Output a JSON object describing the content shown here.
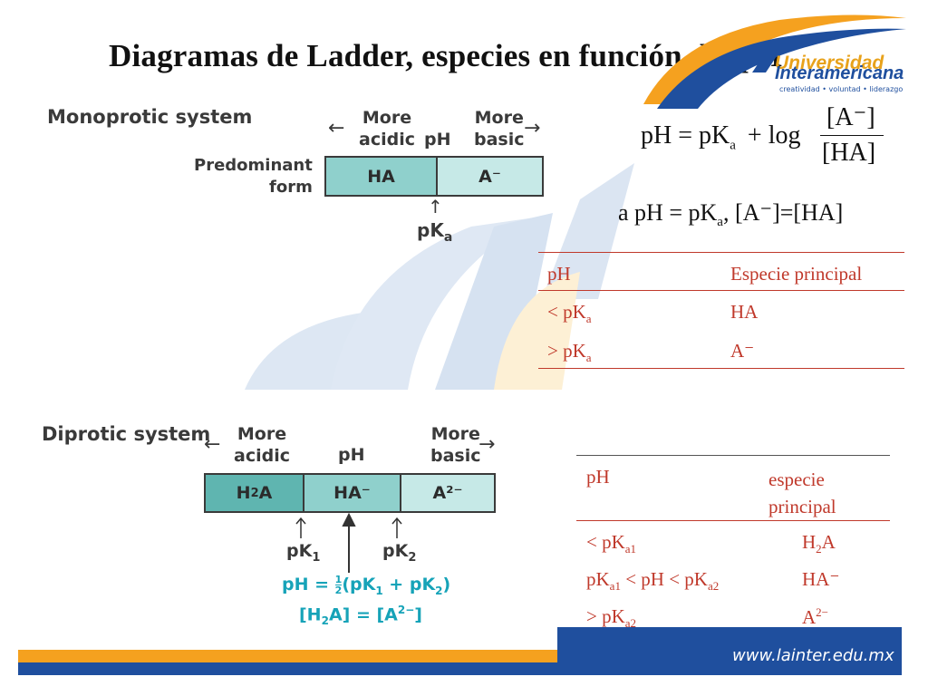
{
  "title": "Diagramas de Ladder, especies en función del pH",
  "logo": {
    "name_line1": "Universidad",
    "name_line2": "Interamericana",
    "slogan": "creatividad • voluntad • liderazgo"
  },
  "monoprotic": {
    "heading": "Monoprotic system",
    "more_acidic": [
      "More",
      "acidic"
    ],
    "more_basic": [
      "More",
      "basic"
    ],
    "ph_label": "pH",
    "predominant": [
      "Predominant",
      "form"
    ],
    "cells": [
      "HA",
      "A⁻"
    ],
    "pka_label": "pK",
    "pka_sub": "a",
    "arrow_left": "←",
    "arrow_right": "→",
    "arrow_up": "↑"
  },
  "equation1": {
    "lhs": "pH = pK",
    "sub": "a",
    "plus_log": "+ log",
    "numerator": "[A⁻]",
    "denominator": "[HA]"
  },
  "equation2": {
    "text_a": "a pH = pK",
    "sub": "a",
    "text_b": ", [A⁻]=[HA]"
  },
  "table1": {
    "headers": [
      "pH",
      "Especie principal"
    ],
    "rows": [
      {
        "ph_main": "< pK",
        "ph_sub": "a",
        "species": "HA"
      },
      {
        "ph_main": "> pK",
        "ph_sub": "a",
        "species": "A⁻"
      }
    ]
  },
  "diprotic": {
    "heading": "Diprotic system",
    "more_acidic": [
      "More",
      "acidic"
    ],
    "more_basic": [
      "More",
      "basic"
    ],
    "ph_label": "pH",
    "cells": [
      {
        "main": "H",
        "sub": "2",
        "rest": "A"
      },
      {
        "main": "HA⁻",
        "sub": "",
        "rest": ""
      },
      {
        "main": "A²⁻",
        "sub": "",
        "rest": ""
      }
    ],
    "pk1": {
      "main": "pK",
      "sub": "1"
    },
    "pk2": {
      "main": "pK",
      "sub": "2"
    },
    "formula1": {
      "lhs": "pH = ",
      "frac_num": "1",
      "frac_den": "2",
      "rhs_a": "(pK",
      "sub1": "1",
      "rhs_b": " + pK",
      "sub2": "2",
      "rhs_c": ")"
    },
    "formula2": {
      "a": "[H",
      "sub": "2",
      "b": "A] = [A",
      "sup": "2−",
      "c": "]"
    },
    "arrow_left": "←",
    "arrow_right": "→"
  },
  "table2": {
    "headers": [
      "pH",
      "especie",
      "principal"
    ],
    "rows": [
      {
        "ph_a": "< pK",
        "ph_sub1": "a1",
        "ph_b": "",
        "ph_sub2": "",
        "species_main": "H",
        "species_sub": "2",
        "species_rest": "A"
      },
      {
        "ph_a": "pK",
        "ph_sub1": "a1",
        "ph_b": " < pH < pK",
        "ph_sub2": "a2",
        "species_main": "HA⁻",
        "species_sub": "",
        "species_rest": ""
      },
      {
        "ph_a": "> pK",
        "ph_sub1": "a2",
        "ph_b": "",
        "ph_sub2": "",
        "species_main": "A",
        "species_sub": "",
        "species_rest": "2−"
      }
    ]
  },
  "footer": {
    "url": "www.lainter.edu.mx"
  },
  "colors": {
    "teal_dark": "#5fb5b0",
    "teal_mid": "#8fd0cc",
    "teal_light": "#c6e9e7",
    "table_text": "#c0392b",
    "brand_blue": "#1f4f9e",
    "brand_orange": "#f5a11f",
    "formula_teal": "#16a3b8"
  }
}
